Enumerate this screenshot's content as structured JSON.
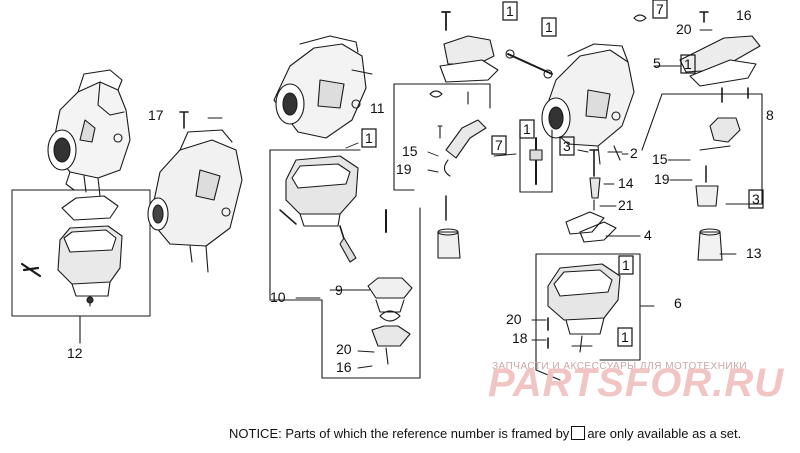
{
  "callouts": [
    {
      "id": "c17",
      "label": "17",
      "framed": false
    },
    {
      "id": "c12",
      "label": "12",
      "framed": false
    },
    {
      "id": "c11",
      "label": "11",
      "framed": false
    },
    {
      "id": "c1a",
      "label": "1",
      "framed": true
    },
    {
      "id": "c1b",
      "label": "1",
      "framed": true
    },
    {
      "id": "c1c",
      "label": "1",
      "framed": true
    },
    {
      "id": "c10",
      "label": "10",
      "framed": false
    },
    {
      "id": "c9",
      "label": "9",
      "framed": false
    },
    {
      "id": "c20a",
      "label": "20",
      "framed": false
    },
    {
      "id": "c16a",
      "label": "16",
      "framed": false
    },
    {
      "id": "c15a",
      "label": "15",
      "framed": false
    },
    {
      "id": "c19a",
      "label": "19",
      "framed": false
    },
    {
      "id": "c1d",
      "label": "1",
      "framed": true
    },
    {
      "id": "c7a",
      "label": "7",
      "framed": true
    },
    {
      "id": "c3a",
      "label": "3",
      "framed": true
    },
    {
      "id": "c2",
      "label": "2",
      "framed": false
    },
    {
      "id": "c14",
      "label": "14",
      "framed": false
    },
    {
      "id": "c21",
      "label": "21",
      "framed": false
    },
    {
      "id": "c4",
      "label": "4",
      "framed": false
    },
    {
      "id": "c7b",
      "label": "7",
      "framed": true
    },
    {
      "id": "c20b",
      "label": "20",
      "framed": false
    },
    {
      "id": "c16b",
      "label": "16",
      "framed": false
    },
    {
      "id": "c5",
      "label": "5",
      "framed": false
    },
    {
      "id": "c1e",
      "label": "1",
      "framed": true
    },
    {
      "id": "c8",
      "label": "8",
      "framed": false
    },
    {
      "id": "c15b",
      "label": "15",
      "framed": false
    },
    {
      "id": "c19b",
      "label": "19",
      "framed": false
    },
    {
      "id": "c3b",
      "label": "3",
      "framed": true
    },
    {
      "id": "c13",
      "label": "13",
      "framed": false
    },
    {
      "id": "c1f",
      "label": "1",
      "framed": true
    },
    {
      "id": "c6",
      "label": "6",
      "framed": false
    },
    {
      "id": "c20c",
      "label": "20",
      "framed": false
    },
    {
      "id": "c18",
      "label": "18",
      "framed": false
    },
    {
      "id": "c1g",
      "label": "1",
      "framed": true
    }
  ],
  "watermark": {
    "tagline": "ЗАПЧАСТИ И АКСЕССУАРЫ ДЛЯ МОТОТЕХНИКИ",
    "brand": "PARTSFOR.RU"
  },
  "notice": {
    "before": "NOTICE: Parts of which the reference number is framed by",
    "after": "are only available as a set."
  }
}
